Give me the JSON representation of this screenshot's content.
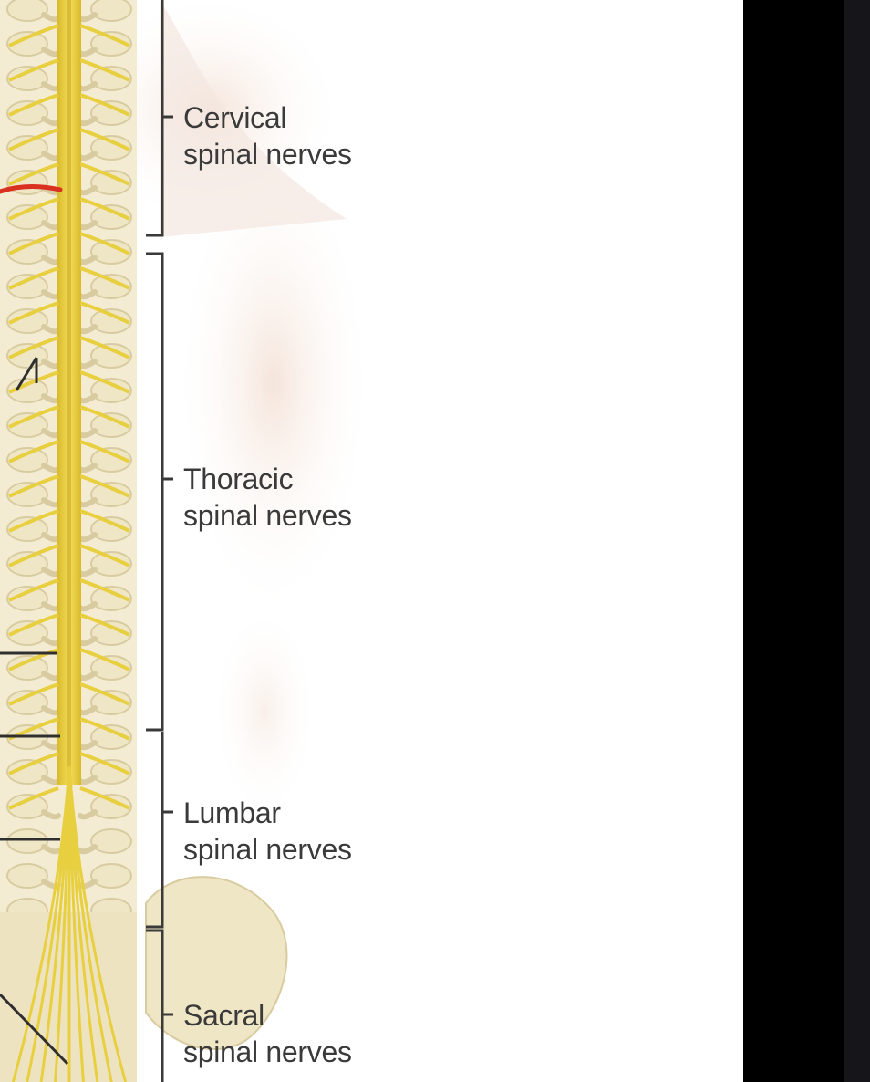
{
  "figure": {
    "regions": [
      {
        "key": "cervical",
        "line1": "Cervical",
        "line2": "spinal nerves"
      },
      {
        "key": "thoracic",
        "line1": "Thoracic",
        "line2": "spinal nerves"
      },
      {
        "key": "lumbar",
        "line1": "Lumbar",
        "line2": "spinal nerves"
      },
      {
        "key": "sacral",
        "line1": "Sacral",
        "line2": "spinal nerves"
      }
    ],
    "colors": {
      "bone": "#efe6c6",
      "bone_shadow": "#d8cba0",
      "nerve": "#e8cf3f",
      "cord": "#f0d84a",
      "skin": "#f6ebe4",
      "bracket": "#3a3a3a",
      "marker": "#d9301f"
    }
  }
}
